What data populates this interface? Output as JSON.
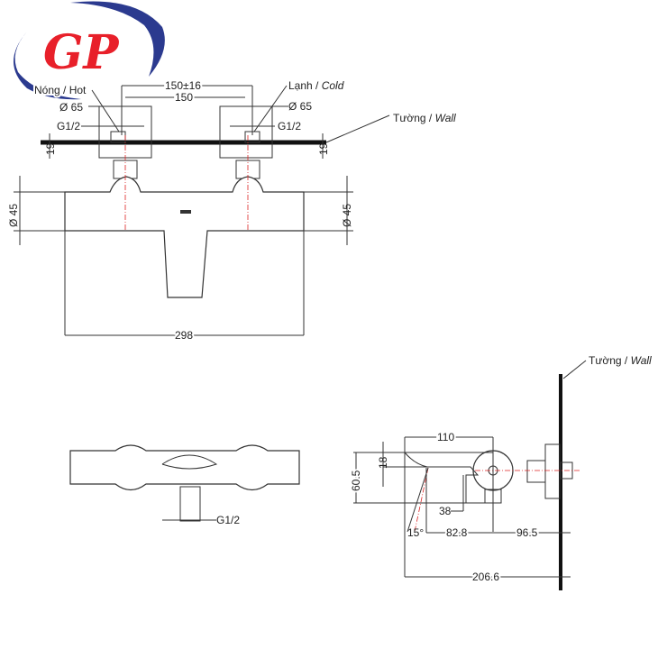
{
  "logo": {
    "text": "GP",
    "colors": {
      "red": "#e8202a",
      "blue": "#2b3a8f"
    }
  },
  "front_view": {
    "hot_label": "Nóng / Hot",
    "cold_label": "Lạnh",
    "cold_label_en": "Cold",
    "wall_label": "Tường",
    "wall_label_en": "Wall",
    "dim_150_16": "150±16",
    "dim_150": "150",
    "dia_65_left": "Ø 65",
    "dia_65_right": "Ø 65",
    "g12_left": "G1/2",
    "g12_right": "G1/2",
    "dim_19_left": "19",
    "dim_19_right": "19",
    "dia_45_left": "Ø 45",
    "dia_45_right": "Ø 45",
    "dim_298": "298"
  },
  "bottom_view": {
    "g12": "G1/2"
  },
  "side_view": {
    "wall_label": "Tường",
    "wall_label_en": "Wall",
    "dim_110": "110",
    "dim_18": "18",
    "dim_60_5": "60.5",
    "dim_38": "38",
    "angle_15": "15°",
    "dim_82_8": "82.8",
    "dim_96_5": "96.5",
    "dim_206_6": "206.6"
  }
}
